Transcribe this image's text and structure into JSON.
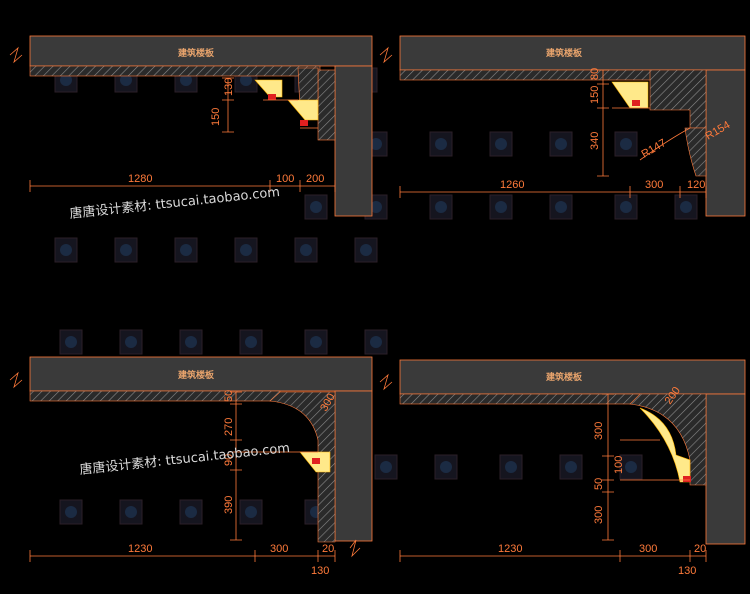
{
  "panels": [
    {
      "slab_label": "建筑楼板",
      "dims": [
        "130",
        "150",
        "1280",
        "100",
        "200"
      ]
    },
    {
      "slab_label": "建筑楼板",
      "dims": [
        "80",
        "150",
        "340",
        "R147",
        "R154",
        "1260",
        "300",
        "120"
      ]
    },
    {
      "slab_label": "建筑楼板",
      "dims": [
        "50",
        "270",
        "90",
        "390",
        "300",
        "1230",
        "300",
        "20",
        "130"
      ]
    },
    {
      "slab_label": "建筑楼板",
      "dims": [
        "300",
        "100",
        "50",
        "300",
        "200",
        "1230",
        "300",
        "20",
        "130"
      ]
    }
  ],
  "watermark": {
    "top": "唐唐设计素材: ttsucai.taobao.com",
    "bottom": "唐唐设计素材: ttsucai.taobao.com"
  },
  "colors": {
    "line": "#ff7a3a",
    "slab": "#3a3a3a",
    "glow": "#ffe98a",
    "lamp": "#e02020"
  }
}
